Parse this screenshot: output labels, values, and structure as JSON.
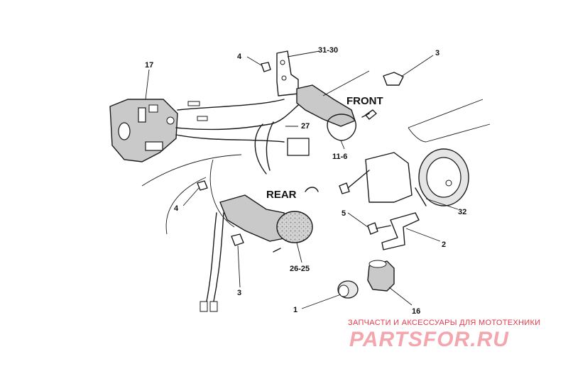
{
  "labels": {
    "l17": "17",
    "l4a": "4",
    "l3130": "31-30",
    "l3a": "3",
    "front": "FRONT",
    "l27": "27",
    "l116": "11-6",
    "rear": "REAR",
    "l4b": "4",
    "l5": "5",
    "l2": "2",
    "l32": "32",
    "l3b": "3",
    "l2625": "26-25",
    "l1": "1",
    "l16": "16"
  },
  "watermark": {
    "tagline": "ЗАПЧАСТИ И АКСЕССУАРЫ ДЛЯ МОТОТЕХНИКИ",
    "brand": "PARTSFOR.RU"
  }
}
